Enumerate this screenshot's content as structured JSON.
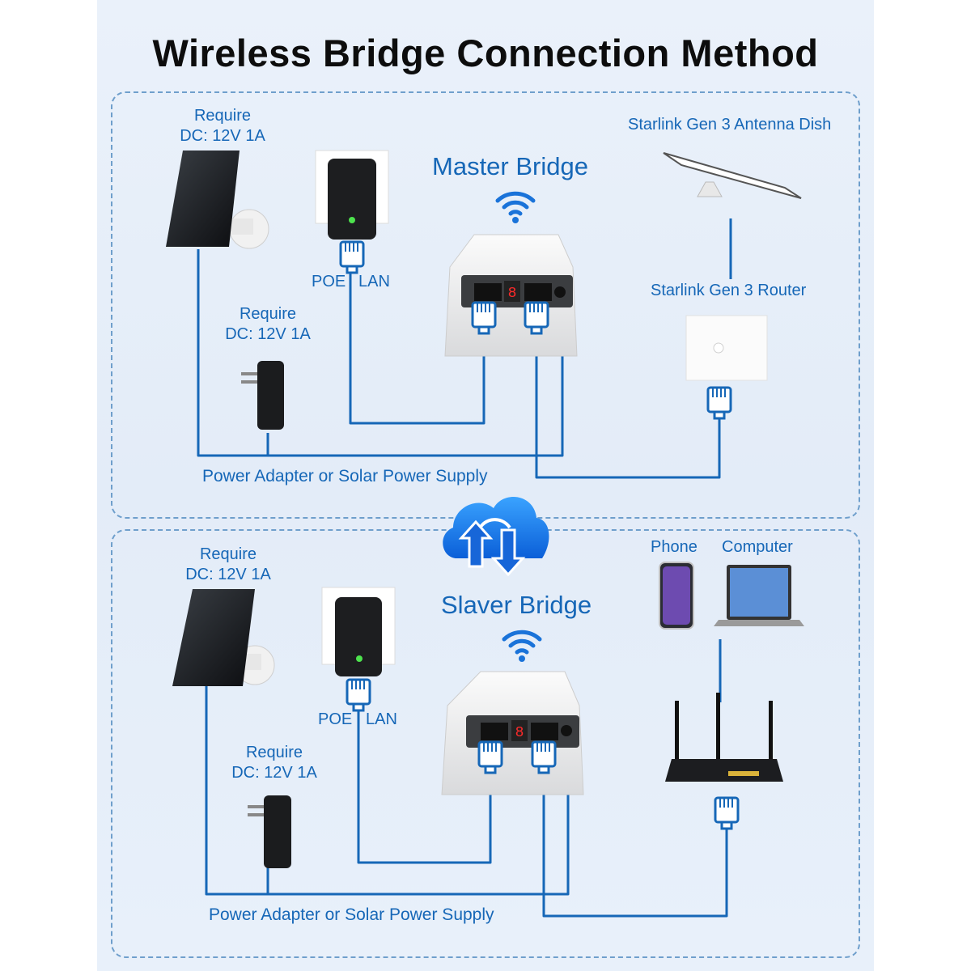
{
  "title": "Wireless Bridge Connection Method",
  "master": {
    "heading": "Master Bridge",
    "solar_require_1": "Require",
    "solar_require_2": "DC: 12V 1A",
    "adapter_require_1": "Require",
    "adapter_require_2": "DC: 12V 1A",
    "poe": "POE",
    "lan": "LAN",
    "dish_label": "Starlink Gen 3 Antenna Dish",
    "router_label": "Starlink Gen 3 Router",
    "power_label": "Power Adapter or Solar Power Supply"
  },
  "slave": {
    "heading": "Slaver Bridge",
    "solar_require_1": "Require",
    "solar_require_2": "DC: 12V 1A",
    "adapter_require_1": "Require",
    "adapter_require_2": "DC: 12V 1A",
    "poe": "POE",
    "lan": "LAN",
    "phone_label": "Phone",
    "computer_label": "Computer",
    "power_label": "Power Adapter or Solar Power Supply"
  },
  "colors": {
    "wire": "#1667b7",
    "text": "#1667b7",
    "panel_border": "#6f9fcc"
  },
  "icons": [
    "solar-panel-icon",
    "poe-injector-icon",
    "power-adapter-icon",
    "bridge-device-icon",
    "wifi-icon",
    "rj45-plug-icon",
    "antenna-dish-icon",
    "starlink-router-icon",
    "cloud-sync-icon",
    "phone-icon",
    "laptop-icon",
    "wifi-router-icon"
  ]
}
